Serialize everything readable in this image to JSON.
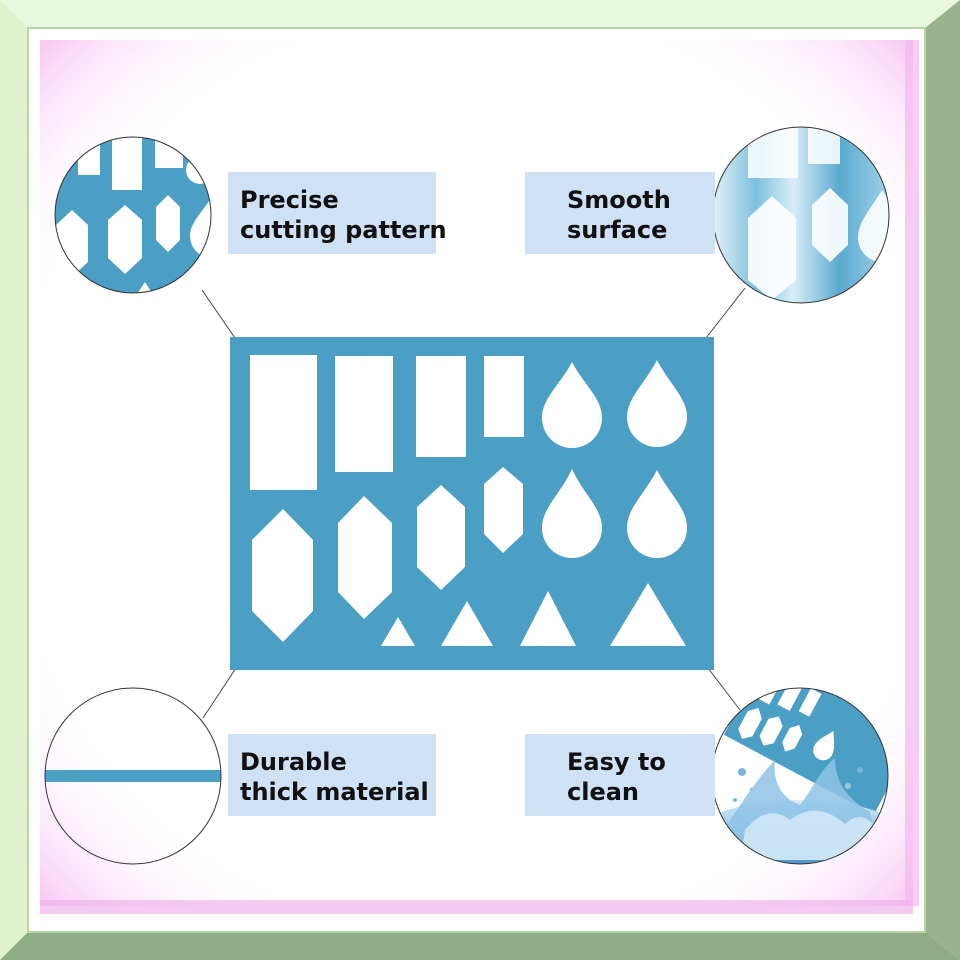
{
  "colors": {
    "stencil": "#4b9ec4",
    "label_background": "#cfe1f5",
    "frame_dark": "#93b08a",
    "frame_light": "#e7f7da",
    "frame_glow": "#f3a8ee",
    "water": "#6aa7d6"
  },
  "features": [
    {
      "lines": [
        "Precise",
        "cutting pattern"
      ],
      "icon": "stencil-closeup-icon"
    },
    {
      "lines": [
        "Smooth",
        "surface"
      ],
      "icon": "glossy-surface-icon"
    },
    {
      "lines": [
        "Durable",
        "thick material"
      ],
      "icon": "thickness-line-icon"
    },
    {
      "lines": [
        "Easy to",
        "clean"
      ],
      "icon": "water-splash-icon"
    }
  ],
  "stencil": {
    "shape_rows": [
      "4 rectangles",
      "4 hexagons",
      "4 teardrops",
      "4 triangles"
    ]
  }
}
